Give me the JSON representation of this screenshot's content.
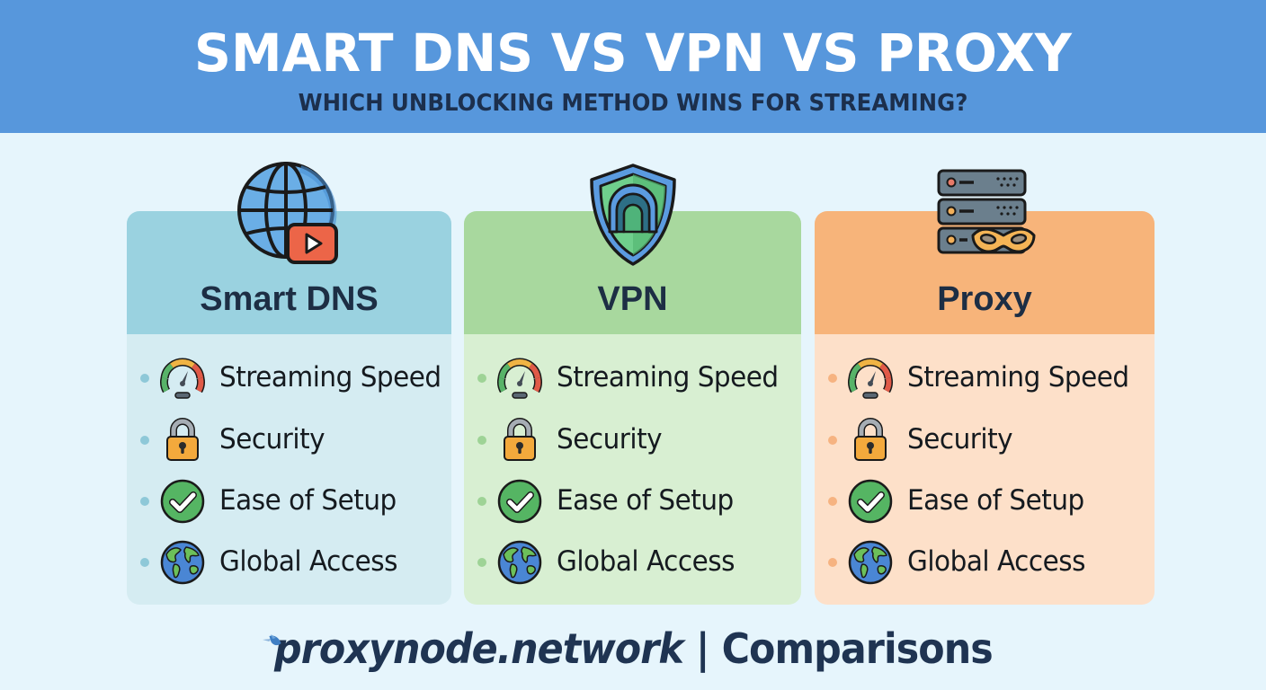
{
  "header": {
    "title": "SMART DNS VS VPN VS PROXY",
    "subtitle": "WHICH UNBLOCKING METHOD WINS FOR STREAMING?"
  },
  "cards": [
    {
      "id": "smart-dns",
      "title": "Smart DNS",
      "icon": "globe-with-play-icon",
      "accent": "#9ad2e0",
      "body_color": "#d5ecf2",
      "features": [
        {
          "icon": "speedometer-icon",
          "label": "Streaming Speed"
        },
        {
          "icon": "padlock-icon",
          "label": "Security"
        },
        {
          "icon": "checkmark-icon",
          "label": "Ease of Setup"
        },
        {
          "icon": "earth-icon",
          "label": "Global Access"
        }
      ]
    },
    {
      "id": "vpn",
      "title": "VPN",
      "icon": "shield-tunnel-icon",
      "accent": "#a8d89e",
      "body_color": "#d8efd2",
      "features": [
        {
          "icon": "speedometer-icon",
          "label": "Streaming Speed"
        },
        {
          "icon": "padlock-icon",
          "label": "Security"
        },
        {
          "icon": "checkmark-icon",
          "label": "Ease of Setup"
        },
        {
          "icon": "earth-icon",
          "label": "Global Access"
        }
      ]
    },
    {
      "id": "proxy",
      "title": "Proxy",
      "icon": "server-mask-icon",
      "accent": "#f7b47a",
      "body_color": "#fde0c9",
      "features": [
        {
          "icon": "speedometer-icon",
          "label": "Streaming Speed"
        },
        {
          "icon": "padlock-icon",
          "label": "Security"
        },
        {
          "icon": "checkmark-icon",
          "label": "Ease of Setup"
        },
        {
          "icon": "earth-icon",
          "label": "Global Access"
        }
      ]
    }
  ],
  "footer": {
    "brand": "proxynode.network",
    "separator": " | ",
    "section": "Comparisons"
  },
  "colors": {
    "header_bg": "#5797dc",
    "page_bg": "#e6f5fc",
    "title_text": "#ffffff",
    "subtitle_text": "#1c2f4c",
    "footer_text": "#1f3452"
  }
}
